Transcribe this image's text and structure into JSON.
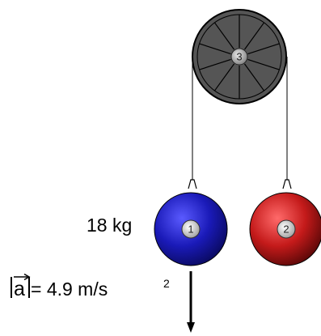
{
  "pulley": {
    "number": "3",
    "color": "#555555",
    "spoke_color": "#000000"
  },
  "masses": [
    {
      "number": "1",
      "color": "#1a1ab8",
      "mass_label": "18 kg"
    },
    {
      "number": "2",
      "color": "#c41a1a",
      "mass_label": ""
    }
  ],
  "acceleration": {
    "symbol": "a",
    "value_text": "= 4.9 m/s",
    "exponent": "2",
    "direction": "down"
  }
}
